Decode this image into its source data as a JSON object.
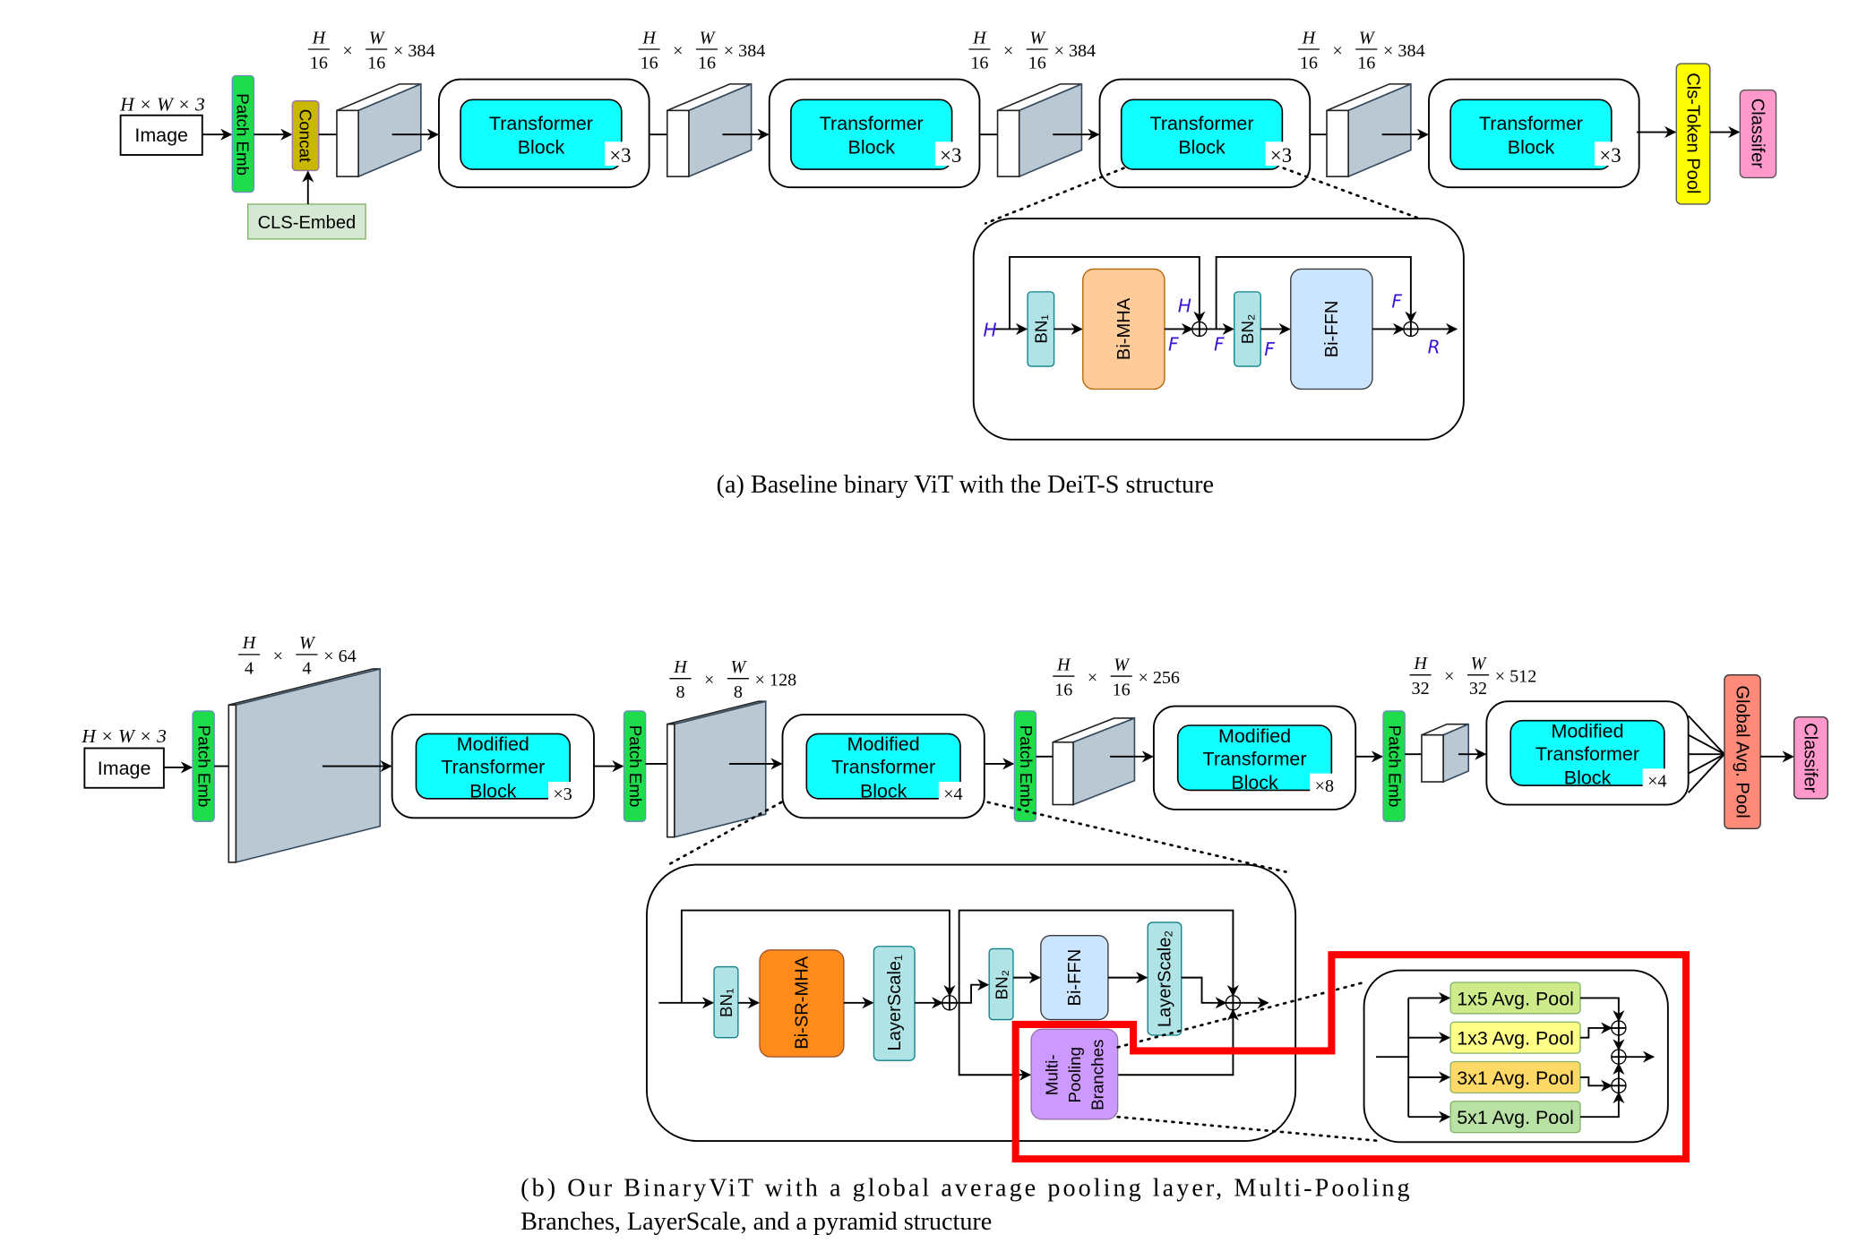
{
  "colors": {
    "patch_emb": "#1fdc4d",
    "concat": "#c9b800",
    "cls_embed": "#d5e8d4",
    "transformer": "#12ffff",
    "cls_token_pool": "#ffff00",
    "classifier": "#ff99cc",
    "global_pool": "#ff8a7a",
    "bn": "#b0e3e6",
    "bi_mha": "#ffcc99",
    "bi_sr_mha": "#ff8c1a",
    "bi_ffn": "#cce5ff",
    "multi_pool": "#cc99ff",
    "slab_side": "#bac8d3",
    "highlight": "#ff0000",
    "annotation": "#3a12d8"
  },
  "panel_a": {
    "input_dim": "H × W × 3",
    "image": "Image",
    "patch_emb": "Patch Emb",
    "concat": "Concat",
    "cls_embed": "CLS-Embed",
    "dims": [
      {
        "h": "H",
        "hd": "16",
        "w": "W",
        "wd": "16",
        "c": "× 384"
      },
      {
        "h": "H",
        "hd": "16",
        "w": "W",
        "wd": "16",
        "c": "× 384"
      },
      {
        "h": "H",
        "hd": "16",
        "w": "W",
        "wd": "16",
        "c": "× 384"
      },
      {
        "h": "H",
        "hd": "16",
        "w": "W",
        "wd": "16",
        "c": "× 384"
      }
    ],
    "blocks": [
      {
        "line1": "Transformer",
        "line2": "Block",
        "repeat": "×3"
      },
      {
        "line1": "Transformer",
        "line2": "Block",
        "repeat": "×3"
      },
      {
        "line1": "Transformer",
        "line2": "Block",
        "repeat": "×3"
      },
      {
        "line1": "Transformer",
        "line2": "Block",
        "repeat": "×3"
      }
    ],
    "cls_token_pool": "Cls-Token Pool",
    "classifier": "Classifer",
    "detail": {
      "bn1": "BN₁",
      "bi_mha": "Bi-MHA",
      "bn2": "BN₂",
      "bi_ffn": "Bi-FFN",
      "annotations": [
        "H",
        "H",
        "F",
        "F",
        "F",
        "F",
        "R"
      ]
    },
    "caption": "(a) Baseline binary ViT with the DeiT-S structure"
  },
  "panel_b": {
    "input_dim": "H × W × 3",
    "image": "Image",
    "patch_emb": "Patch Emb",
    "dims": [
      {
        "h": "H",
        "hd": "4",
        "w": "W",
        "wd": "4",
        "c": "× 64"
      },
      {
        "h": "H",
        "hd": "8",
        "w": "W",
        "wd": "8",
        "c": "× 128"
      },
      {
        "h": "H",
        "hd": "16",
        "w": "W",
        "wd": "16",
        "c": "× 256"
      },
      {
        "h": "H",
        "hd": "32",
        "w": "W",
        "wd": "32",
        "c": "× 512"
      }
    ],
    "blocks": [
      {
        "line1": "Modified",
        "line2": "Transformer",
        "line3": "Block",
        "repeat": "×3"
      },
      {
        "line1": "Modified",
        "line2": "Transformer",
        "line3": "Block",
        "repeat": "×4"
      },
      {
        "line1": "Modified",
        "line2": "Transformer",
        "line3": "Block",
        "repeat": "×8"
      },
      {
        "line1": "Modified",
        "line2": "Transformer",
        "line3": "Block",
        "repeat": "×4"
      }
    ],
    "global_pool": "Global Avg. Pool",
    "classifier": "Classifer",
    "detail": {
      "bn1": "BN₁",
      "bi_sr_mha": "Bi-SR-MHA",
      "layerscale1": "LayerScale₁",
      "bn2": "BN₂",
      "bi_ffn": "Bi-FFN",
      "layerscale2": "LayerScale₂",
      "multi_pool": [
        "Multi-",
        "Pooling",
        "Branches"
      ]
    },
    "pools": [
      {
        "label": "1x5 Avg. Pool",
        "fill": "#cdeb8b"
      },
      {
        "label": "1x3 Avg. Pool",
        "fill": "#ffff88"
      },
      {
        "label": "3x1 Avg. Pool",
        "fill": "#ffd966"
      },
      {
        "label": "5x1 Avg. Pool",
        "fill": "#b9e0a5"
      }
    ],
    "caption_line1": "(b) Our BinaryViT with a global average pooling layer, Multi-Pooling",
    "caption_line2": "Branches, LayerScale, and a pyramid structure"
  }
}
